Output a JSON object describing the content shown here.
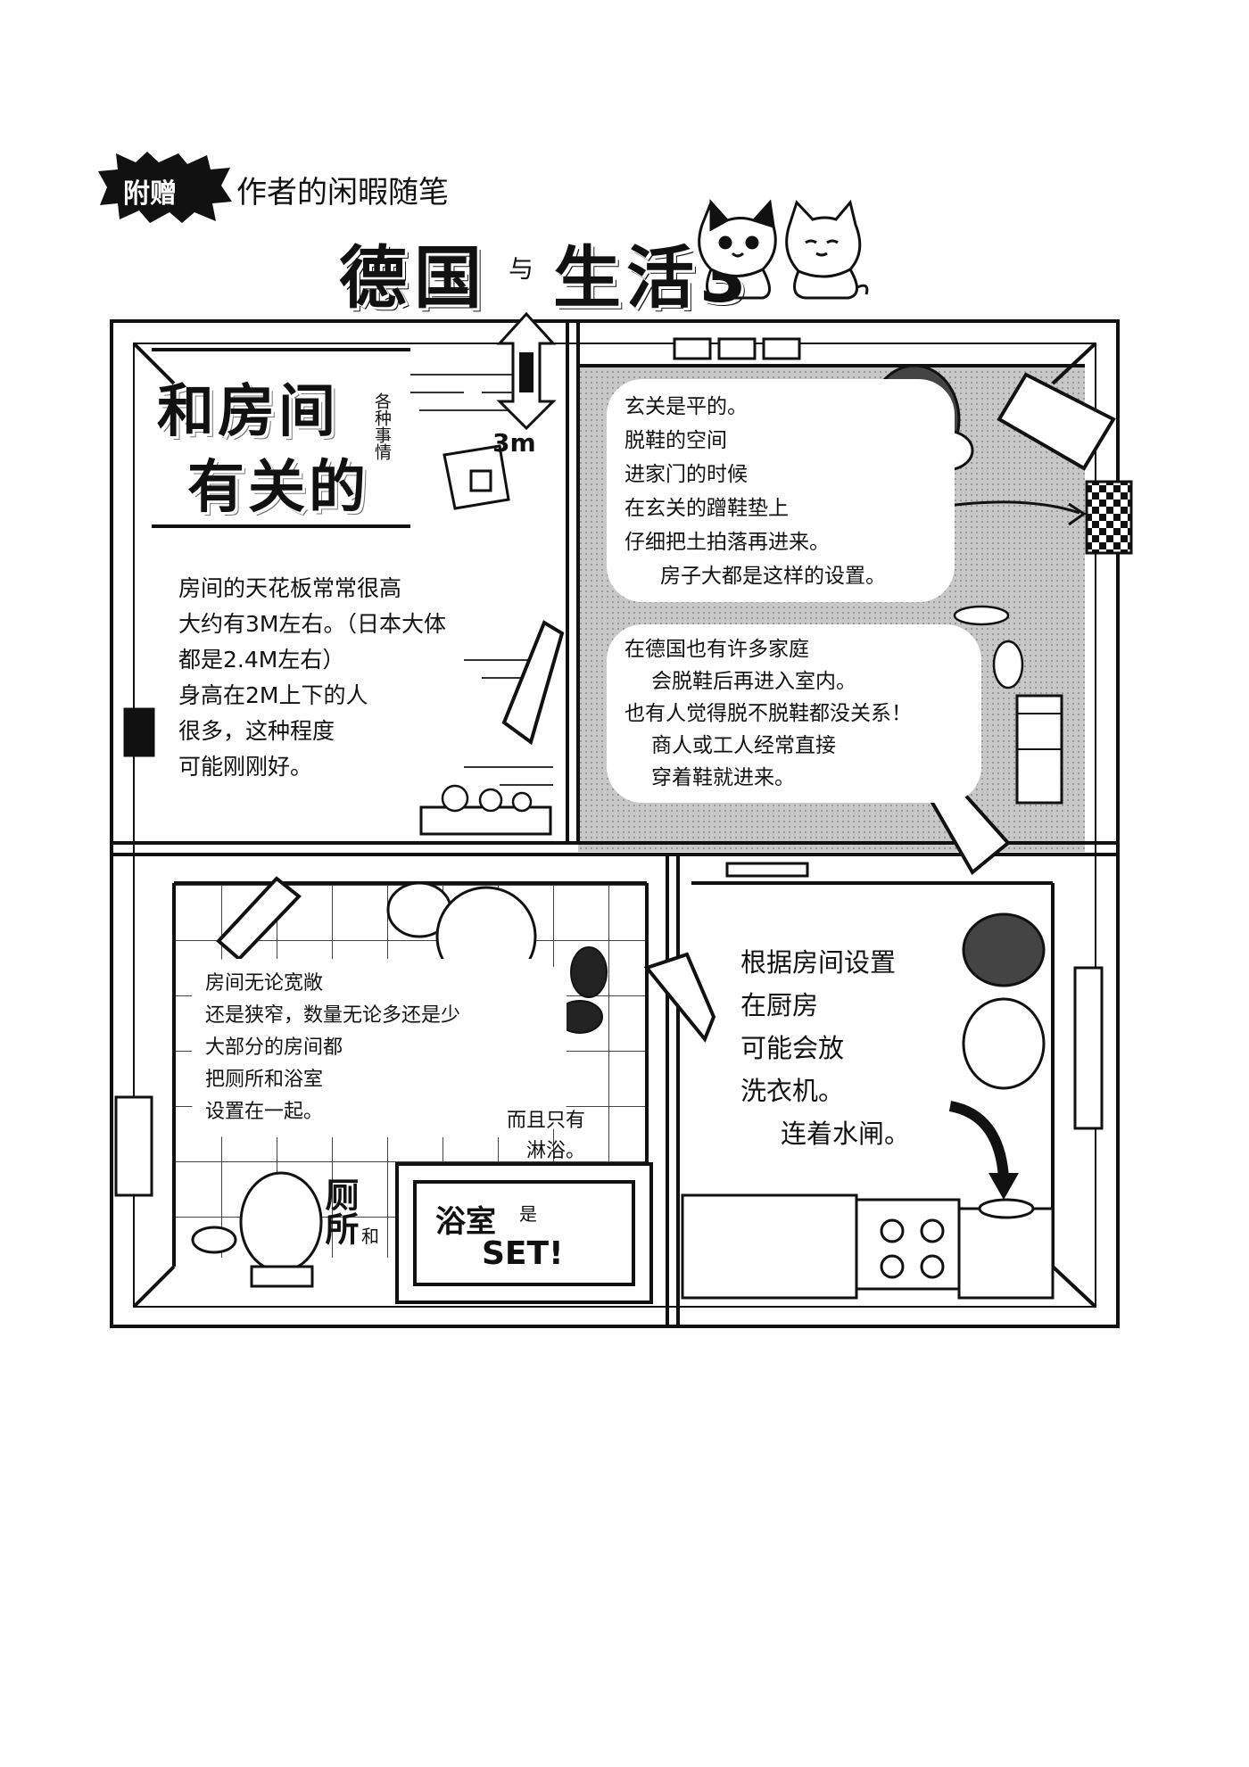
{
  "header": {
    "badge": "附赠",
    "subtitle": "作者的闲暇随笔",
    "title_left": "德国",
    "title_mid": "与",
    "title_right": "生活3"
  },
  "room_section": {
    "heading_line1": "和房间",
    "heading_line2": "有关的",
    "side_note": "各种事情",
    "height_label": "3m"
  },
  "ceiling_note": {
    "lines": [
      "房间的天花板常常很高",
      "大约有3M左右。（日本大体",
      "都是2.4M左右）",
      "身高在2M上下的人",
      "很多，这种程度",
      "可能刚刚好。"
    ]
  },
  "entrance_note": {
    "lines": [
      "玄关是平的。",
      "脱鞋的空间",
      "进家门的时候",
      "在玄关的蹭鞋垫上",
      "仔细把土拍落再进来。",
      "房子大都是这样的设置。"
    ]
  },
  "germany_note": {
    "lines": [
      "在德国也有许多家庭",
      "会脱鞋后再进入室内。",
      "也有人觉得脱不脱鞋都没关系！",
      "商人或工人经常直接",
      "穿着鞋就进来。"
    ]
  },
  "bathroom_note": {
    "lines": [
      "房间无论宽敞",
      "还是狭窄，数量无论多还是少",
      "大部分的房间都",
      "把厕所和浴室",
      "设置在一起。"
    ],
    "shower_lines": [
      "而且只有",
      "淋浴。"
    ],
    "toilet_label": "厕所",
    "and_label": "和",
    "bath_label": "浴室",
    "is_label": "是",
    "set_label": "SET!"
  },
  "kitchen_note": {
    "lines": [
      "根据房间设置",
      "在厨房",
      "可能会放",
      "洗衣机。",
      "连着水闸。"
    ]
  }
}
